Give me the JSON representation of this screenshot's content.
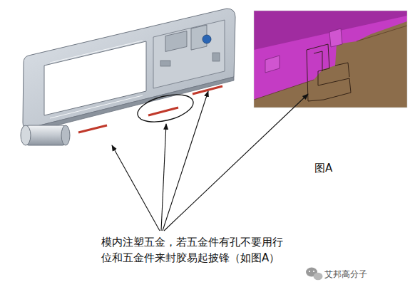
{
  "diagram": {
    "labels": [
      "模内注塑五金，若五金件有孔不要用行位和五金件来封胶易起披锋（如图A）",
      "图A",
      "艾邦高分子"
    ]
  }
}
